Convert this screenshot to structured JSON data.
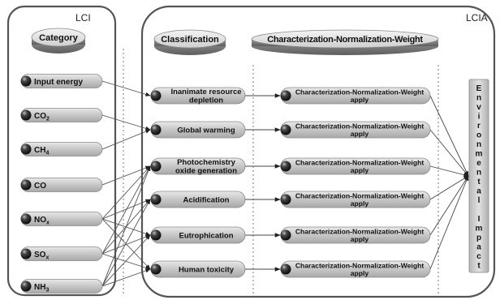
{
  "lci": {
    "title": "LCI",
    "category_label": "Category",
    "items": [
      {
        "text": "Input energy",
        "sub": ""
      },
      {
        "text": "CO",
        "sub": "2"
      },
      {
        "text": "CH",
        "sub": "4"
      },
      {
        "text": "CO",
        "sub": ""
      },
      {
        "text": "NO",
        "sub": "x"
      },
      {
        "text": "SO",
        "sub": "x"
      },
      {
        "text": "NH",
        "sub": "3"
      }
    ]
  },
  "lcia": {
    "title": "LCIA",
    "classification_label": "Classification",
    "cnw_label": "Characterization-Normalization-Weight",
    "classification_items": [
      [
        "Inanimate resource",
        "depletion"
      ],
      [
        "Global warming"
      ],
      [
        "Photochemistry",
        "oxide generation"
      ],
      [
        "Acidification"
      ],
      [
        "Eutrophication"
      ],
      [
        "Human toxicity"
      ]
    ],
    "cnw_items": [
      [
        "Characterization-Normalization-Weight",
        "apply"
      ],
      [
        "Characterization-Normalization-Weight",
        "apply"
      ],
      [
        "Characterization-Normalization-Weight",
        "apply"
      ],
      [
        "Characterization-Normalization-Weight",
        "apply"
      ],
      [
        "Characterization-Normalization-Weight",
        "apply"
      ],
      [
        "Characterization-Normalization-Weight",
        "apply"
      ]
    ],
    "impact_label": "Environmental Impact"
  },
  "links": {
    "category_to_classification": [
      [
        0,
        0
      ],
      [
        1,
        1
      ],
      [
        2,
        1
      ],
      [
        3,
        2
      ],
      [
        4,
        2
      ],
      [
        4,
        3
      ],
      [
        4,
        4
      ],
      [
        4,
        5
      ],
      [
        5,
        2
      ],
      [
        5,
        3
      ],
      [
        5,
        4
      ],
      [
        5,
        5
      ],
      [
        6,
        2
      ],
      [
        6,
        3
      ],
      [
        6,
        4
      ],
      [
        6,
        5
      ]
    ]
  },
  "colors": {
    "pill": "#c4c4c4",
    "pill_dark": "#9a9a9a",
    "ball": "#1a1a1a",
    "panel_border": "#555555",
    "line": "#444444"
  }
}
